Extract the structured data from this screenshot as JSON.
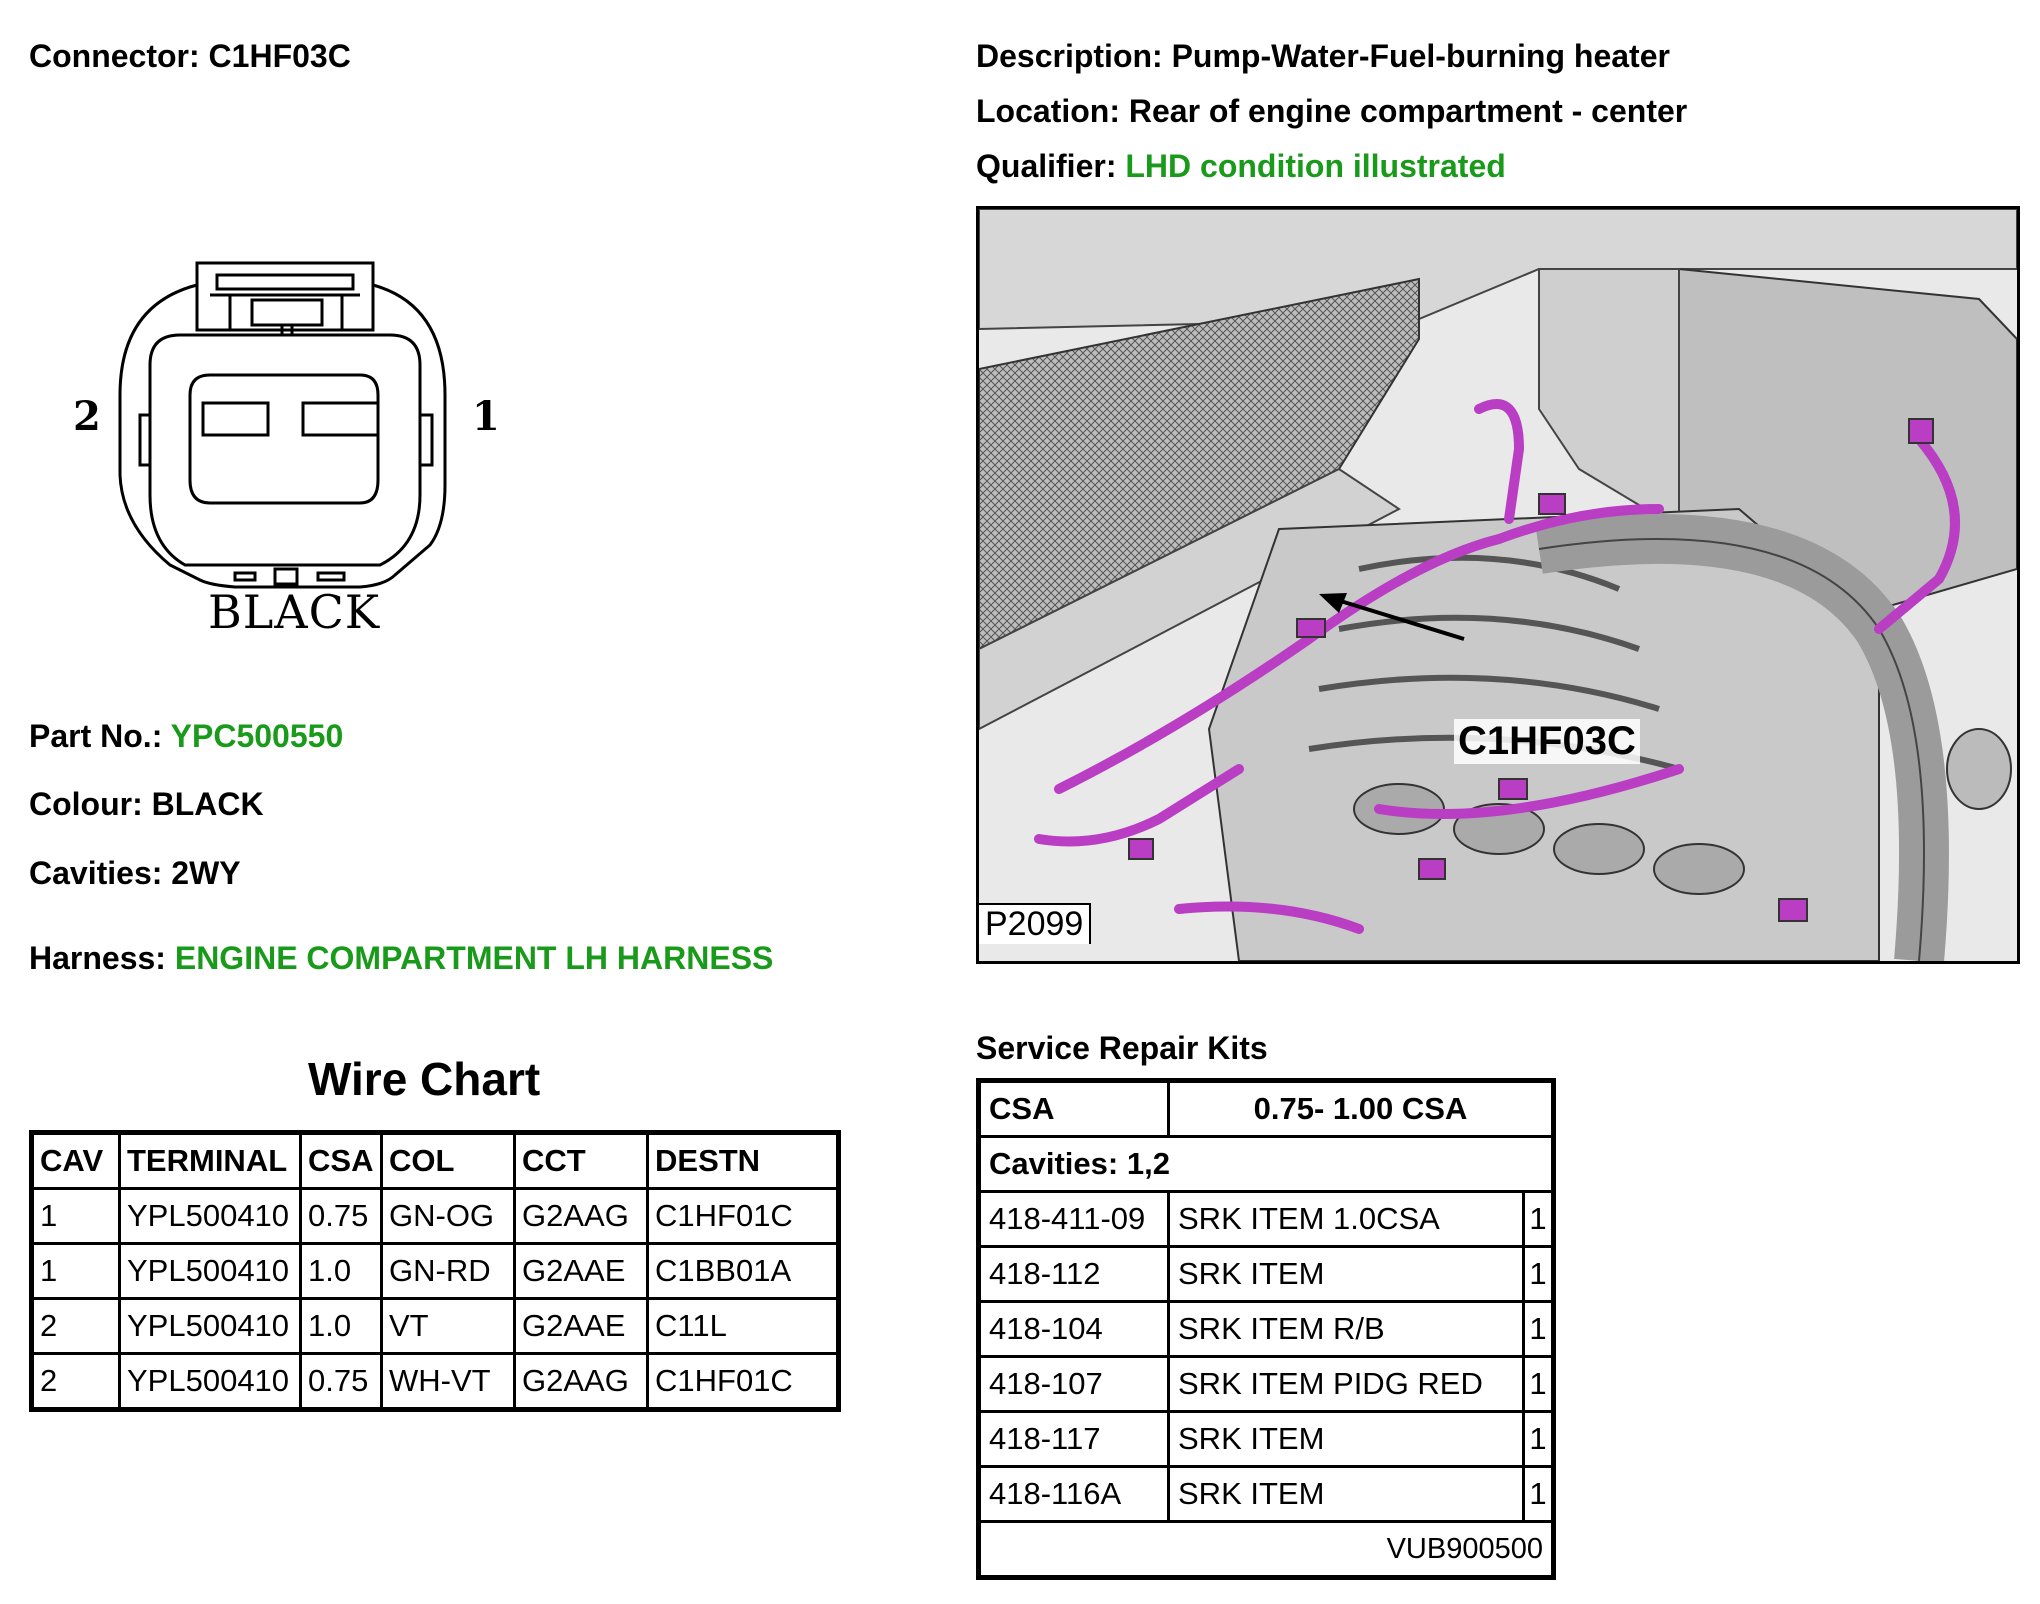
{
  "connector": {
    "label": "Connector:",
    "value": "C1HF03C"
  },
  "description": {
    "label": "Description:",
    "value": "Pump-Water-Fuel-burning heater"
  },
  "location": {
    "label": "Location:",
    "value": "Rear of engine compartment - center"
  },
  "qualifier": {
    "label": "Qualifier:",
    "value": "LHD condition illustrated"
  },
  "drawing": {
    "pin_left": "2",
    "pin_right": "1",
    "colour_text": "BLACK"
  },
  "part_no": {
    "label": "Part No.:",
    "value": "YPC500550"
  },
  "colour": {
    "label": "Colour:",
    "value": "BLACK"
  },
  "cavities": {
    "label": "Cavities:",
    "value": "2WY"
  },
  "harness": {
    "label": "Harness:",
    "value": "ENGINE COMPARTMENT LH HARNESS"
  },
  "image": {
    "callout": "C1HF03C",
    "ref": "P2099"
  },
  "wire_chart": {
    "title": "Wire Chart",
    "headers": [
      "CAV",
      "TERMINAL",
      "CSA",
      "COL",
      "CCT",
      "DESTN"
    ],
    "rows": [
      [
        "1",
        "YPL500410",
        "0.75",
        "GN-OG",
        "G2AAG",
        "C1HF01C"
      ],
      [
        "1",
        "YPL500410",
        "1.0",
        "GN-RD",
        "G2AAE",
        "C1BB01A"
      ],
      [
        "2",
        "YPL500410",
        "1.0",
        "VT",
        "G2AAE",
        "C11L"
      ],
      [
        "2",
        "YPL500410",
        "0.75",
        "WH-VT",
        "G2AAG",
        "C1HF01C"
      ]
    ]
  },
  "srk": {
    "title": "Service Repair Kits",
    "csa_label": "CSA",
    "csa_value": "0.75- 1.00 CSA",
    "cavities": "Cavities: 1,2",
    "rows": [
      [
        "418-411-09",
        "SRK ITEM 1.0CSA",
        "1"
      ],
      [
        "418-112",
        "SRK ITEM",
        "1"
      ],
      [
        "418-104",
        "SRK ITEM R/B",
        "1"
      ],
      [
        "418-107",
        "SRK ITEM PIDG RED",
        "1"
      ],
      [
        "418-117",
        "SRK ITEM",
        "1"
      ],
      [
        "418-116A",
        "SRK ITEM",
        "1"
      ]
    ],
    "footer": "VUB900500"
  },
  "colors": {
    "green": "#1a9a1a",
    "harness_magenta": "#b93ec4"
  }
}
